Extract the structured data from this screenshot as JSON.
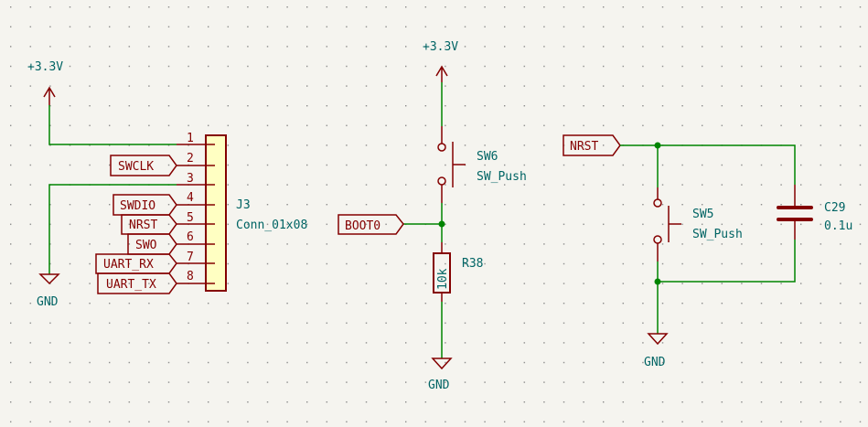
{
  "colors": {
    "background": "#f5f4ef",
    "wire": "#008400",
    "symbol": "#840000",
    "reference_text": "#006464",
    "connector_fill": "#ffffc2"
  },
  "power": {
    "left_vcc": "+3.3V",
    "left_gnd": "GND",
    "mid_vcc": "+3.3V",
    "mid_gnd": "GND",
    "right_gnd": "GND"
  },
  "connector": {
    "ref": "J3",
    "value": "Conn_01x08",
    "pins": [
      "1",
      "2",
      "3",
      "4",
      "5",
      "6",
      "7",
      "8"
    ]
  },
  "labels": {
    "swclk": "SWCLK",
    "swdio": "SWDIO",
    "nrst_j3": "NRST",
    "swo": "SWO",
    "uart_rx": "UART_RX",
    "uart_tx": "UART_TX",
    "boot0": "BOOT0",
    "nrst_reset": "NRST"
  },
  "sw6": {
    "ref": "SW6",
    "value": "SW_Push"
  },
  "r38": {
    "ref": "R38",
    "value": "10k"
  },
  "sw5": {
    "ref": "SW5",
    "value": "SW_Push"
  },
  "c29": {
    "ref": "C29",
    "value": "0.1u"
  }
}
